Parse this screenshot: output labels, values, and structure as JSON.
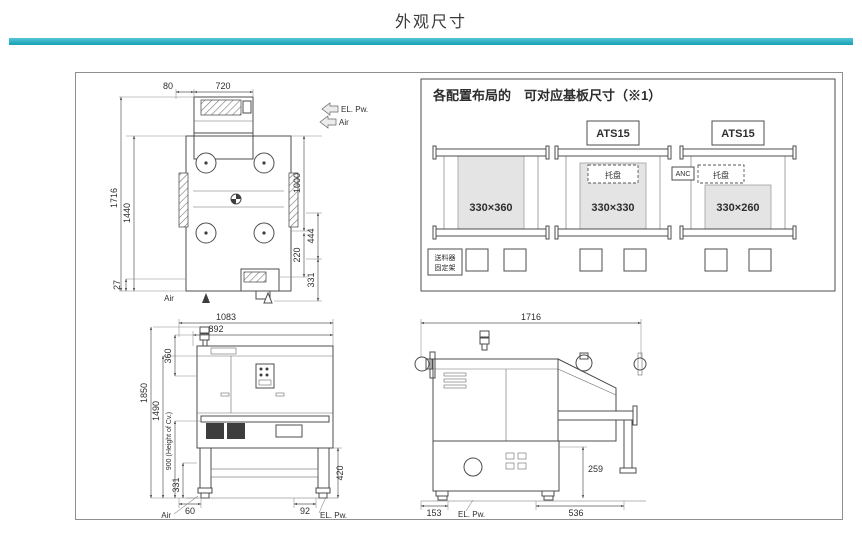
{
  "page": {
    "title": "外观尺寸",
    "accent_color": "#1fa8bc"
  },
  "top_view": {
    "dim_80": "80",
    "dim_720": "720",
    "dim_1716": "1716",
    "dim_1440": "1440",
    "dim_1000": "1000",
    "dim_220": "220",
    "dim_444": "444",
    "dim_331": "331",
    "dim_27": "27",
    "label_el_pw": "EL. Pw.",
    "label_air": "Air",
    "label_air_bottom": "Air"
  },
  "config_panel": {
    "title": "各配置布局的　可对应基板尺寸（※1）",
    "feeder_line1": "送料器",
    "feeder_line2": "固定架",
    "configs": [
      {
        "size": "330×360"
      },
      {
        "size": "330×330",
        "top_label": "ATS15",
        "tray_label": "托盘"
      },
      {
        "size": "330×260",
        "top_label": "ATS15",
        "tray_label": "托盘",
        "anc_label": "ANC"
      }
    ]
  },
  "front_view": {
    "dim_1083": "1083",
    "dim_892": "892",
    "dim_360": "360",
    "dim_1850": "1850",
    "dim_1490": "1490",
    "dim_900": "900 (Height of Cv.)",
    "dim_331": "331",
    "dim_420": "420",
    "dim_60": "60",
    "dim_92": "92",
    "label_air": "Air",
    "label_el_pw": "EL. Pw."
  },
  "side_view": {
    "dim_1716": "1716",
    "dim_259": "259",
    "dim_153": "153",
    "dim_536": "536",
    "label_el_pw": "EL. Pw."
  }
}
